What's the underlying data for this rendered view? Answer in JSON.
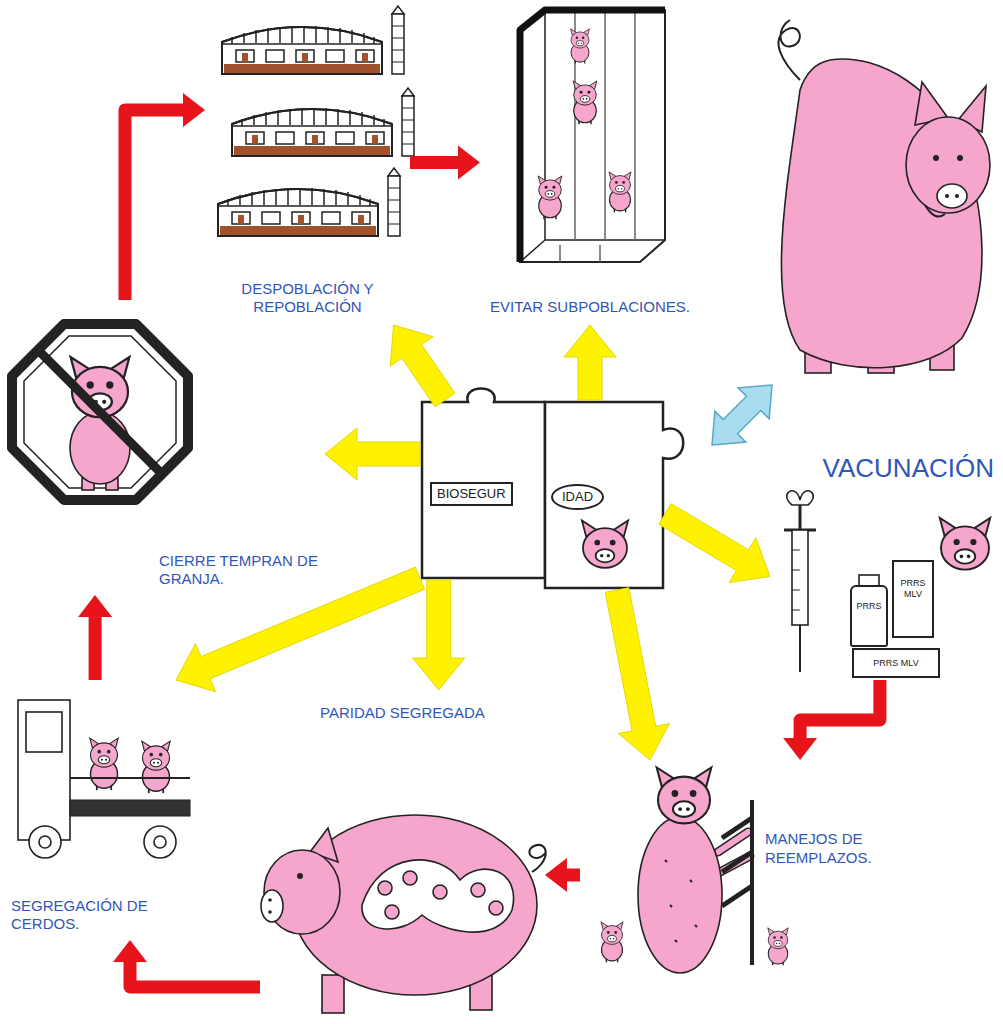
{
  "diagram": {
    "nodes": [
      {
        "text": [
          "BIOSEGUR"
        ]
      },
      {
        "text": [
          "IDAD"
        ]
      },
      {
        "text": [
          "DESPOBLACIÓN Y REPOBLACIÓN"
        ]
      },
      {
        "text": [
          "EVITAR SUBPOBLACIONES."
        ]
      },
      {
        "text": [
          "VACUNACIÓN"
        ]
      },
      {
        "text": [
          "MANEJOS DE REEMPLAZOS."
        ]
      },
      {
        "text": [
          "PARIDAD SEGREGADA"
        ]
      },
      {
        "text": [
          "SEGREGACIÓN DE CERDOS."
        ]
      },
      {
        "text": [
          "CIERRE TEMPRAN DE GRANJA."
        ]
      }
    ],
    "edges": [
      {
        "from": 0,
        "to": 2,
        "arrow": "to"
      },
      {
        "from": 1,
        "to": 3,
        "arrow": "to"
      },
      {
        "from": 1,
        "to": 4,
        "arrow": "to"
      },
      {
        "from": 1,
        "to": 5,
        "arrow": "to"
      },
      {
        "from": 0,
        "to": 6,
        "arrow": "to"
      },
      {
        "from": 0,
        "to": 7,
        "arrow": "to"
      },
      {
        "from": 0,
        "to": 8,
        "arrow": "to"
      },
      {
        "from": 4,
        "to": 5,
        "arrow": "to"
      },
      {
        "from": 5,
        "to": 6,
        "arrow": "to"
      },
      {
        "from": 6,
        "to": 7,
        "arrow": "to"
      },
      {
        "from": 7,
        "to": 8,
        "arrow": "to"
      },
      {
        "from": 8,
        "to": 2,
        "arrow": "to"
      },
      {
        "from": 2,
        "to": 3,
        "arrow": "to"
      }
    ],
    "labels": [
      "PRRS",
      "PRRS MLV",
      "PRRS MLV"
    ]
  }
}
